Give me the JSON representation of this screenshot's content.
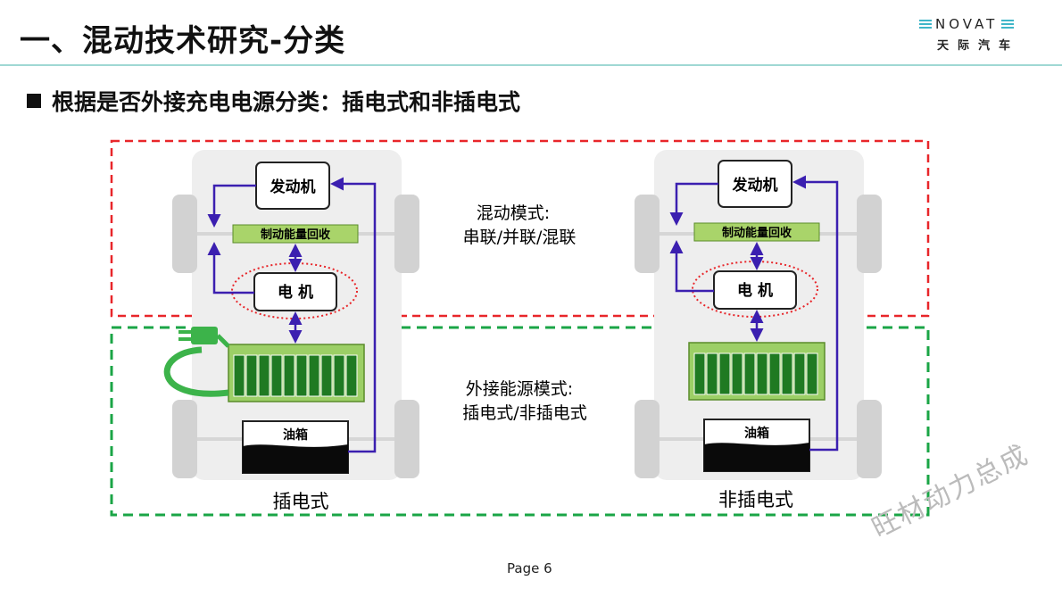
{
  "header": {
    "title": "一、混动技术研究-分类",
    "logo_en": "NOVAT",
    "logo_cn": "天际汽车"
  },
  "subtitle": "根据是否外接充电电源分类：插电式和非插电式",
  "diagram": {
    "cars": [
      {
        "id": "plugin",
        "caption": "插电式",
        "engine": "发动机",
        "regen": "制动能量回收",
        "motor": "电 机",
        "tank": "油箱",
        "has_plug": true
      },
      {
        "id": "nonplugin",
        "caption": "非插电式",
        "engine": "发动机",
        "regen": "制动能量回收",
        "motor": "电 机",
        "tank": "油箱",
        "has_plug": false
      }
    ],
    "hybrid_mode": {
      "line1": "混动模式:",
      "line2": "串联/并联/混联"
    },
    "external_mode": {
      "line1": "外接能源模式:",
      "line2": "插电式/非插电式"
    }
  },
  "colors": {
    "red_dash": "#e8262a",
    "green_dash": "#1aa546",
    "arrow": "#3b1fb0",
    "battery_green": "#2c8a2c",
    "regen_bar": "#a9d46a",
    "teal_rule": "#9fd8d4"
  },
  "footer": {
    "page": "Page 6",
    "watermark": "旺材动力总成"
  }
}
